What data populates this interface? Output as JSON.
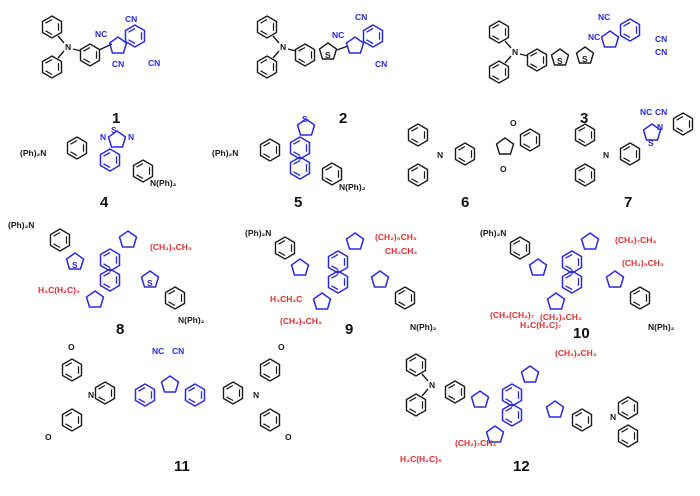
{
  "compounds": [
    {
      "number": "1"
    },
    {
      "number": "2"
    },
    {
      "number": "3"
    },
    {
      "number": "4"
    },
    {
      "number": "5"
    },
    {
      "number": "6"
    },
    {
      "number": "7"
    },
    {
      "number": "8"
    },
    {
      "number": "9"
    },
    {
      "number": "10"
    },
    {
      "number": "11"
    },
    {
      "number": "12"
    }
  ],
  "labels": {
    "cn": "CN",
    "nc": "NC",
    "s": "S",
    "n": "N",
    "o": "O",
    "ph2n": "(Ph)₂N",
    "nph2": "N(Ph)₂",
    "hex_ch3": "(CH₂)₅CH₃",
    "h3c_hex": "H₃C(H₂C)₅",
    "et_ch3": "CH₂CH₃",
    "h3c_et": "H₃CH₂C",
    "hep_ch3": "(CH₂)₇CH₃",
    "h3c_hep": "(CH₃(CH₂)₇",
    "dec_ch3": "(CH₂)₉CH₃",
    "h3c_dec": "H₃C(H₂C)₉",
    "h3c_oct": "H₃C(H₂C)₇"
  },
  "colors": {
    "core": "#2a2adf",
    "chain": "#e03030",
    "donor": "#1a1a1a"
  }
}
